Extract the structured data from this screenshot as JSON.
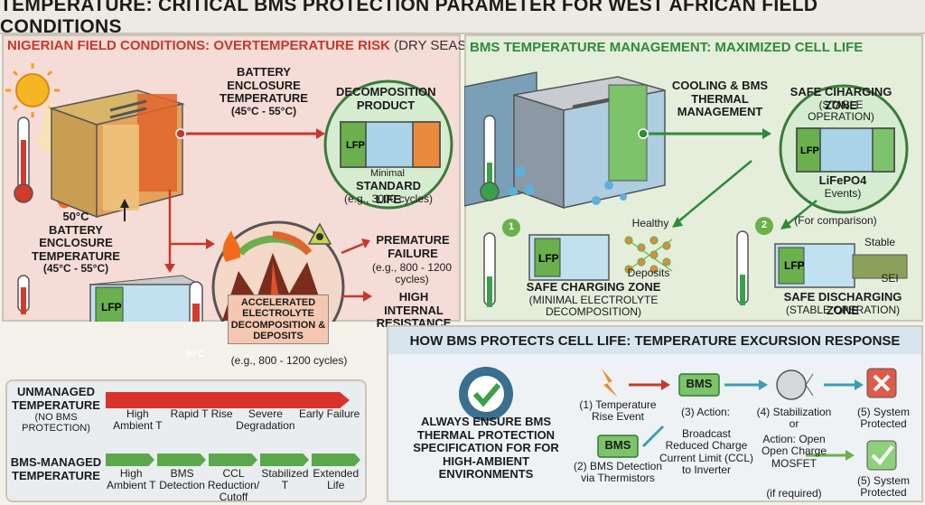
{
  "title": "TEMPERATURE: CRITICAL BMS PROTECTION PARAMETER FOR WEST AFRICAN FIELD CONDITIONS",
  "left_panel": {
    "heading": "NIGERIAN FIELD CONDITIONS: OVERTEMPERATURE RISK",
    "heading_suffix": "(DRY SEASON)",
    "enclosure_label": "BATTERY ENCLOSURE TEMPERATURE",
    "enclosure_range": "(45°C - 55°C)",
    "decomp_title": "DECOMPOSITION PRODUCT",
    "cell_label": "LFP",
    "minimal": "Minimal",
    "standard_life": "STANDARD LIFE",
    "standard_cycles": "(e.g., 3000 cycles)",
    "temp_50": "50°C",
    "enclosure_label2": "BATTERY ENCLOSURE TEMPERATURE",
    "enclosure_range2": "(45°C - 55°C)",
    "premature": "PREMATURE FAILURE",
    "premature_cycles": "(e.g., 800 - 1200 cycles)",
    "high_resistance": "HIGH INTERNAL RESISTANCE",
    "accelerated": "ACCELERATED ELECTROLYTE DECOMPOSITION & DEPOSITS",
    "bottom_cycles": "(e.g., 800 - 1200 cycles)",
    "thermo_label": "50°C"
  },
  "right_panel": {
    "heading": "BMS TEMPERATURE MANAGEMENT: MAXIMIZED CELL LIFE",
    "cooling": "COOLING & BMS THERMAL MANAGEMENT",
    "safe_ciharging": "SAFE CIHARGING ZONE",
    "stable_operation": "(STABLE OPERATION)",
    "lifepo4": "LiFePO4",
    "events": "Events)",
    "cell_label": "LFP",
    "num1": "1",
    "num2": "2",
    "healthy": "Healthy",
    "deposits": "Deposits",
    "safe_charging": "SAFE CHARGING ZONE",
    "minimal_decomp": "(MINIMAL ELECTROLYTE DECOMPOSITION)",
    "for_comparison": "(For comparison)",
    "stable": "Stable",
    "sei": "SEI",
    "safe_discharging": "SAFE DISCHARGING ZONE",
    "stable_operation2": "(STABLE OPERATION)"
  },
  "bottom_left": {
    "unmanaged_title": "UNMANAGED TEMPERATURE",
    "unmanaged_sub": "(No BMS Protection)",
    "unmanaged_steps": [
      "High Ambient T",
      "Rapid T Rise",
      "Severe Degradation",
      "Early Failure"
    ],
    "managed_title": "BMS-MANAGED TEMPERATURE",
    "managed_steps": [
      "High Ambient T",
      "BMS Detection",
      "CCL Reduction/ Cutoff",
      "Stabilized T",
      "Extended Life"
    ]
  },
  "bottom_right": {
    "heading": "HOW BMS PROTECTS CELL LIFE: TEMPERATURE EXCURSION RESPONSE",
    "always": "ALWAYS ENSURE BMS THERMAL PROTECTION SPECIFICATION FOR FOR HIGH-AMBIENT ENVIRONMENTS",
    "step1": "(1) Temperature Rise Event",
    "bms": "BMS",
    "step2": "(2) BMS Detection via Thermistors",
    "step3": "(3) Action:",
    "step3_detail": "Broadcast Reduced Charge Current Limit (CCL) to Inverter",
    "step4": "(4) Stabilization or",
    "step4_detail": "Action: Open Open Charge MOSFET",
    "step4_note": "(if required)",
    "step5a": "(5) System Protected",
    "step5b": "(5) System Protected"
  },
  "colors": {
    "danger": "#c4392b",
    "safe": "#2f8a3a",
    "accent": "#3aa0b0"
  }
}
